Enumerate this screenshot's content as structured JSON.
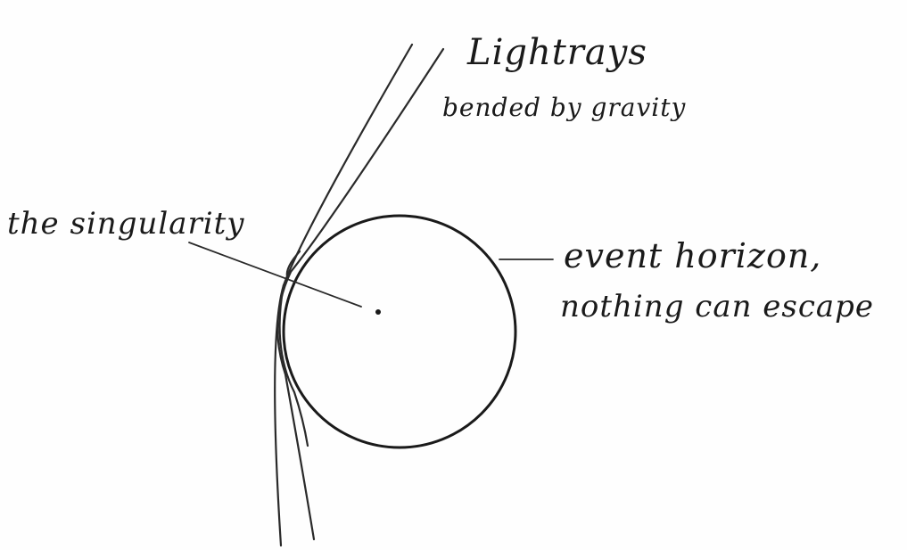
{
  "labels": {
    "lightrays_title": "Lightrays",
    "lightrays_subtitle": "bended by gravity",
    "singularity": "the singularity",
    "horizon_line1": "event horizon,",
    "horizon_line2": "nothing can escape"
  },
  "colors": {
    "ink": "#1a1a1a",
    "paper": "#fefefe"
  }
}
